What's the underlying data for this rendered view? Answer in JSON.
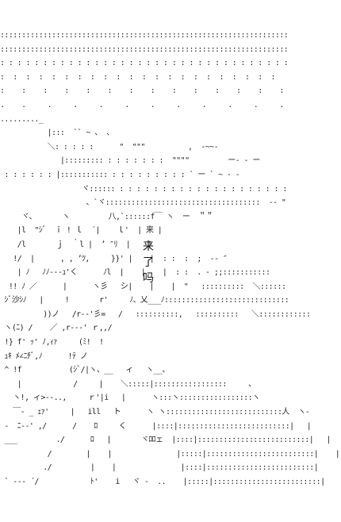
{
  "art": {
    "lines": [
      ":::::::::::::::::::::::::::::::::::::::::::::::::::::::::::::::::::",
      ":::::::::::::::::::::::::::::::::::::::::::::::::::::::::::::::::::",
      ": : : : : : : : : : : : : : : : : : : : : : : : : : : : : : : : : :",
      ":  :  :  :  :  :  :  :  :  :  :  :  :  :  :  :  :  :  :  :  :  :",
      ":    :    :    :    :    :    :    :    :    :    :    :    :    :",
      ".    .     .     .     .     .     .     .     .     .     .     .",
      "........._",
      "           |:::  `` ~ 、 、",
      "           ＼: : : : :      \"  \"\"\"          ,  -~~- ",
      "              |::::::::: : : : : : : :  \"\"\"\"         ー- ‐ ー",
      " : : : : : : |::::::::::: : : : : : : : : : ` ー ` ~ ‐ ‐",
      "                   ヾ:::::: : : : : : : : : : : : : : : : : : : : :",
      "                    、`ヾ::::::::::::::::::::::::::::::::::::  -- \"",
      "     ヾ、      ヽ         八,`::::::f￣ ヽ  ー  ＂＂",
      "    |l  \"ｼﾞ  ｉ ! ｌ  ´|    ｌ'  | 来 |",
      "    /l       ｊ  ｀l |  ’ ″ﾘ  |    |",
      "   !/  |      , , ’ﾂ,     }}' |    |  : :  :  ;  ‐- ″",
      "    | ﾉ   ﾉﾉ-‐-ｭ'く      ﾉl  |    |    |  : :  . - ;;:::::::::::",
      "  !! ﾉ ／      |      ヽ彡   シ|    |    |  \"   ::::::::::  ＼::::::",
      " ｼﾞ沙ｼﾉ   |     !       r'     ﾉ、乂___ﾉ:::::::::::::::::::::::::::::",
      "          ))ノ   /r‐-'彡=   /   ::::::::::,   ::::::::::   ＼::::::::::::",
      " ヽ(ﾆ) /    ／ ,r‐-‐' ｒ,,/",
      " !} f' ｯ' ﾉ,ｨｧ     (ﾐ!  !",
      " ｭｷ ﾒ∠ﾆﾁﾞ,ﾉ      !ﾃ ノ",
      " ^ !f           (ｼﾞ/|ヽ、__   ィ   ヽ__、",
      "    |            /     |    ＼:::::|:::::::::::::::::     、",
      "   ヽ!, ィ>‐-..,     ｒ'|i   |      ヽ:::ヽ:::::::::::::::::ヽ",
      "   ￣‐ _ ｪｧ'     |   ill   ト      ヽ ヽ:::::::::::::::::::::::::::人  ヽ-",
      " -  ﾆ-‐' ,/      /    ﾛ     く      |::::|::::::::::::::::::::::::::|   |",
      " ___         ./      ﾛ   |       ヾﾛﾛェ  |::::|::::::::::::::::::::::::::|   |",
      "           /        |    |               |:::::|:::::::::::::::::::::::::|    |",
      "          ./         |    |               |::::|:::::::::::::::::::::::::|",
      " ` ‐-‐ ´/            ﾄ'    i   ヾ -  ..    |:::::|:::::::::::::::::::::::::|"
    ]
  },
  "speech": {
    "chars": [
      "来",
      "了",
      "吗"
    ]
  }
}
